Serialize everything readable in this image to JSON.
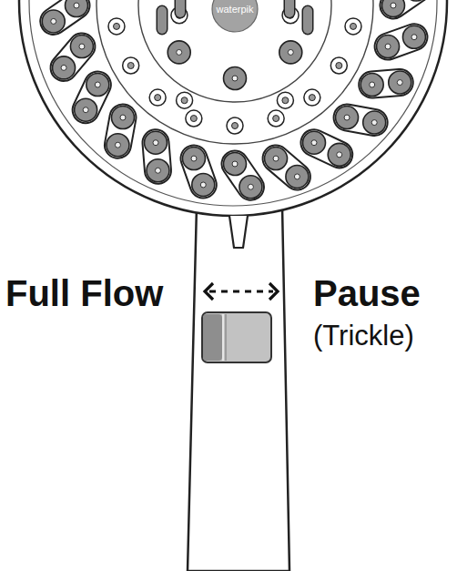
{
  "diagram": {
    "labels": [
      "waterpik",
      "Full Flow",
      "Pause",
      "(Trickle)"
    ]
  }
}
